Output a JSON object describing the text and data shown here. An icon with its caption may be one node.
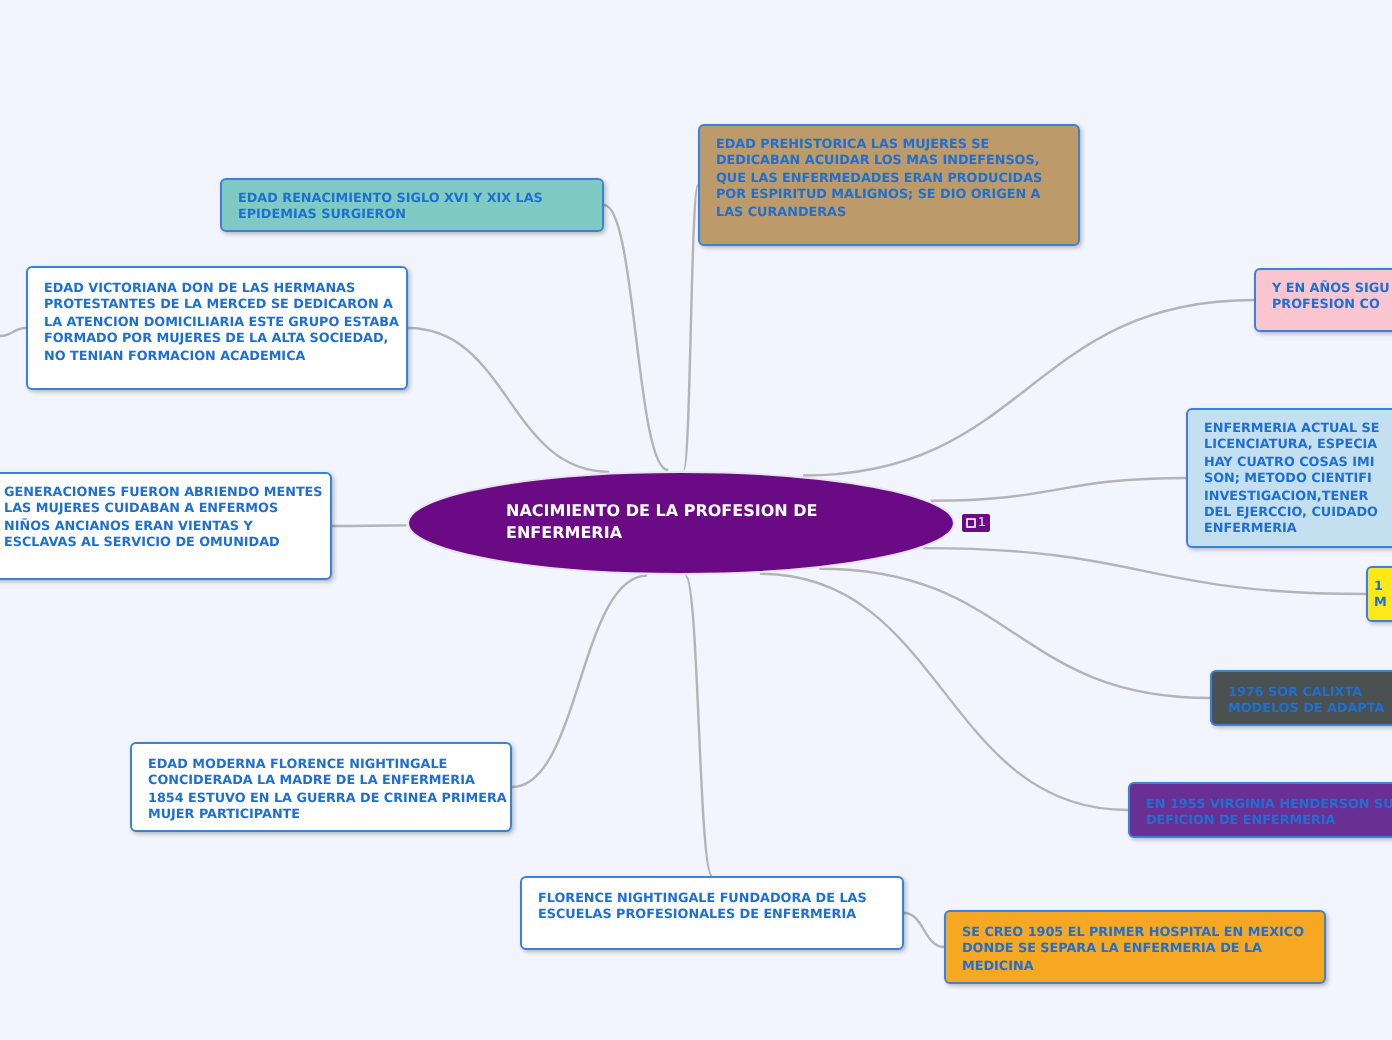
{
  "diagram": {
    "nodes": [
      {
        "text": [
          "NACIMIENTO DE LA PROFESION DE ENFERMERIA"
        ]
      },
      {
        "text": [
          "EDAD PREHISTORICA LAS MUJERES SE DEDICABAN   ACUIDAR LOS MAS INDEFENSOS, QUE LAS ENFERMEDADES ERAN PRODUCIDAS POR ESPIRITUD MALIGNOS; SE DIO ORIGEN  A LAS CURANDERAS"
        ]
      },
      {
        "text": [
          "EDAD RENACIMIENTO SIGLO XVI Y XIX LAS EPIDEMIAS SURGIERON"
        ]
      },
      {
        "text": [
          "EDAD VICTORIANA DON DE LAS HERMANAS PROTESTANTES DE LA MERCED SE DEDICARON A LA ATENCION DOMICILIARIA ESTE GRUPO ESTABA FORMADO POR MUJERES DE LA ALTA SOCIEDAD, NO TENIAN FORMACION ACADEMICA"
        ]
      },
      {
        "text": [
          "GENERACIONES FUERON ABRIENDO MENTES LAS MUJERES  CUIDABAN A ENFERMOS NIÑOS ANCIANOS ERAN VIENTAS Y ESCLAVAS AL SERVICIO DE OMUNIDAD"
        ]
      },
      {
        "text": [
          "EDAD MODERNA FLORENCE NIGHTINGALE CONCIDERADA LA MADRE DE LA ENFERMERIA 1854 ESTUVO EN LA GUERRA DE CRINEA PRIMERA MUJER PARTICIPANTE"
        ]
      },
      {
        "text": [
          "FLORENCE NIGHTINGALE FUNDADORA DE LAS ESCUELAS PROFESIONALES DE ENFERMERIA"
        ]
      },
      {
        "text": [
          "SE CREO 1905 EL PRIMER HOSPITAL EN MEXICO DONDE SE SEPARA LA ENFERMERIA DE LA MEDICINA"
        ]
      },
      {
        "text": [
          "Y EN AÑOS SIGU PROFESION CO"
        ]
      },
      {
        "text": [
          "ENFERMERIA ACTUAL SE LICENCIATURA, ESPECIA HAY CUATRO COSAS IMI SON; METODO CIENTIFI INVESTIGACION,TENER DEL EJERCCIO, CUIDADO ENFERMERIA"
        ]
      },
      {
        "text": [
          "1 M"
        ]
      },
      {
        "text": [
          "1976 SOR  CALIXTA MODELOS DE ADAPTA"
        ]
      },
      {
        "text": [
          "EN 1955 VIRGINIA HENDERSON SU DEFICION DE ENFERMERIA"
        ]
      }
    ],
    "edges": [
      {
        "from": 0,
        "to": 1,
        "arrow": "none"
      },
      {
        "from": 0,
        "to": 2,
        "arrow": "none"
      },
      {
        "from": 0,
        "to": 3,
        "arrow": "none"
      },
      {
        "from": 0,
        "to": 4,
        "arrow": "none"
      },
      {
        "from": 0,
        "to": 5,
        "arrow": "none"
      },
      {
        "from": 0,
        "to": 6,
        "arrow": "none"
      },
      {
        "from": 6,
        "to": 7,
        "arrow": "none"
      },
      {
        "from": 0,
        "to": 8,
        "arrow": "none"
      },
      {
        "from": 0,
        "to": 9,
        "arrow": "none"
      },
      {
        "from": 0,
        "to": 10,
        "arrow": "none"
      },
      {
        "from": 0,
        "to": 11,
        "arrow": "none"
      },
      {
        "from": 0,
        "to": 12,
        "arrow": "none"
      },
      {
        "from": 3,
        "to": null,
        "arrow": "none"
      }
    ],
    "labels": [
      "1"
    ]
  }
}
